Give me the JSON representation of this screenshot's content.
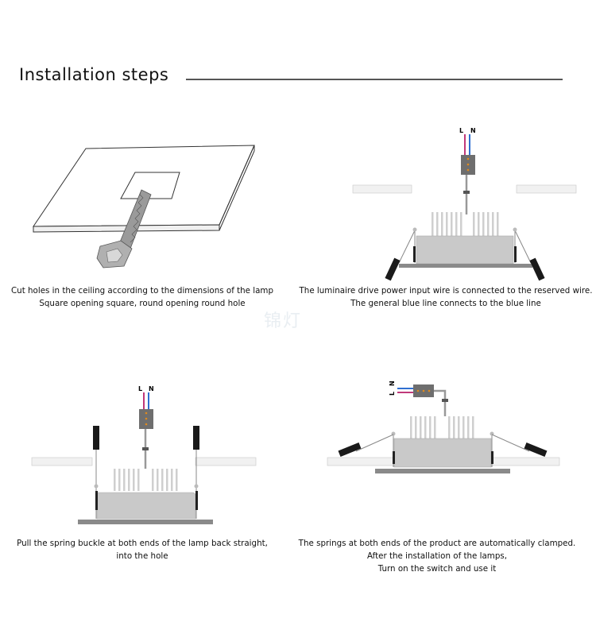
{
  "title": "Installation steps",
  "watermark": "锦灯",
  "wire_labels": {
    "live": "L",
    "neutral": "N"
  },
  "steps": [
    {
      "lines": [
        "Cut holes in the ceiling according to the dimensions of the lamp",
        "Square opening square, round opening round hole"
      ]
    },
    {
      "lines": [
        "The luminaire drive power input wire is connected to the reserved wire.",
        "The general blue line connects to the blue line"
      ]
    },
    {
      "lines": [
        "Pull the spring buckle at both ends of the lamp back straight,",
        "into the hole"
      ]
    },
    {
      "lines": [
        "The springs at both ends of the product are automatically clamped.",
        "After the installation of the lamps,",
        "Turn on the switch and use it"
      ]
    }
  ],
  "colors": {
    "live_wire": "#c0397a",
    "neutral_wire": "#2f6fd1",
    "driver_box": "#6e6e6e",
    "driver_dots": "#e08a1e",
    "lamp_body": "#c9c9c9",
    "clip": "#1a1a1a"
  }
}
